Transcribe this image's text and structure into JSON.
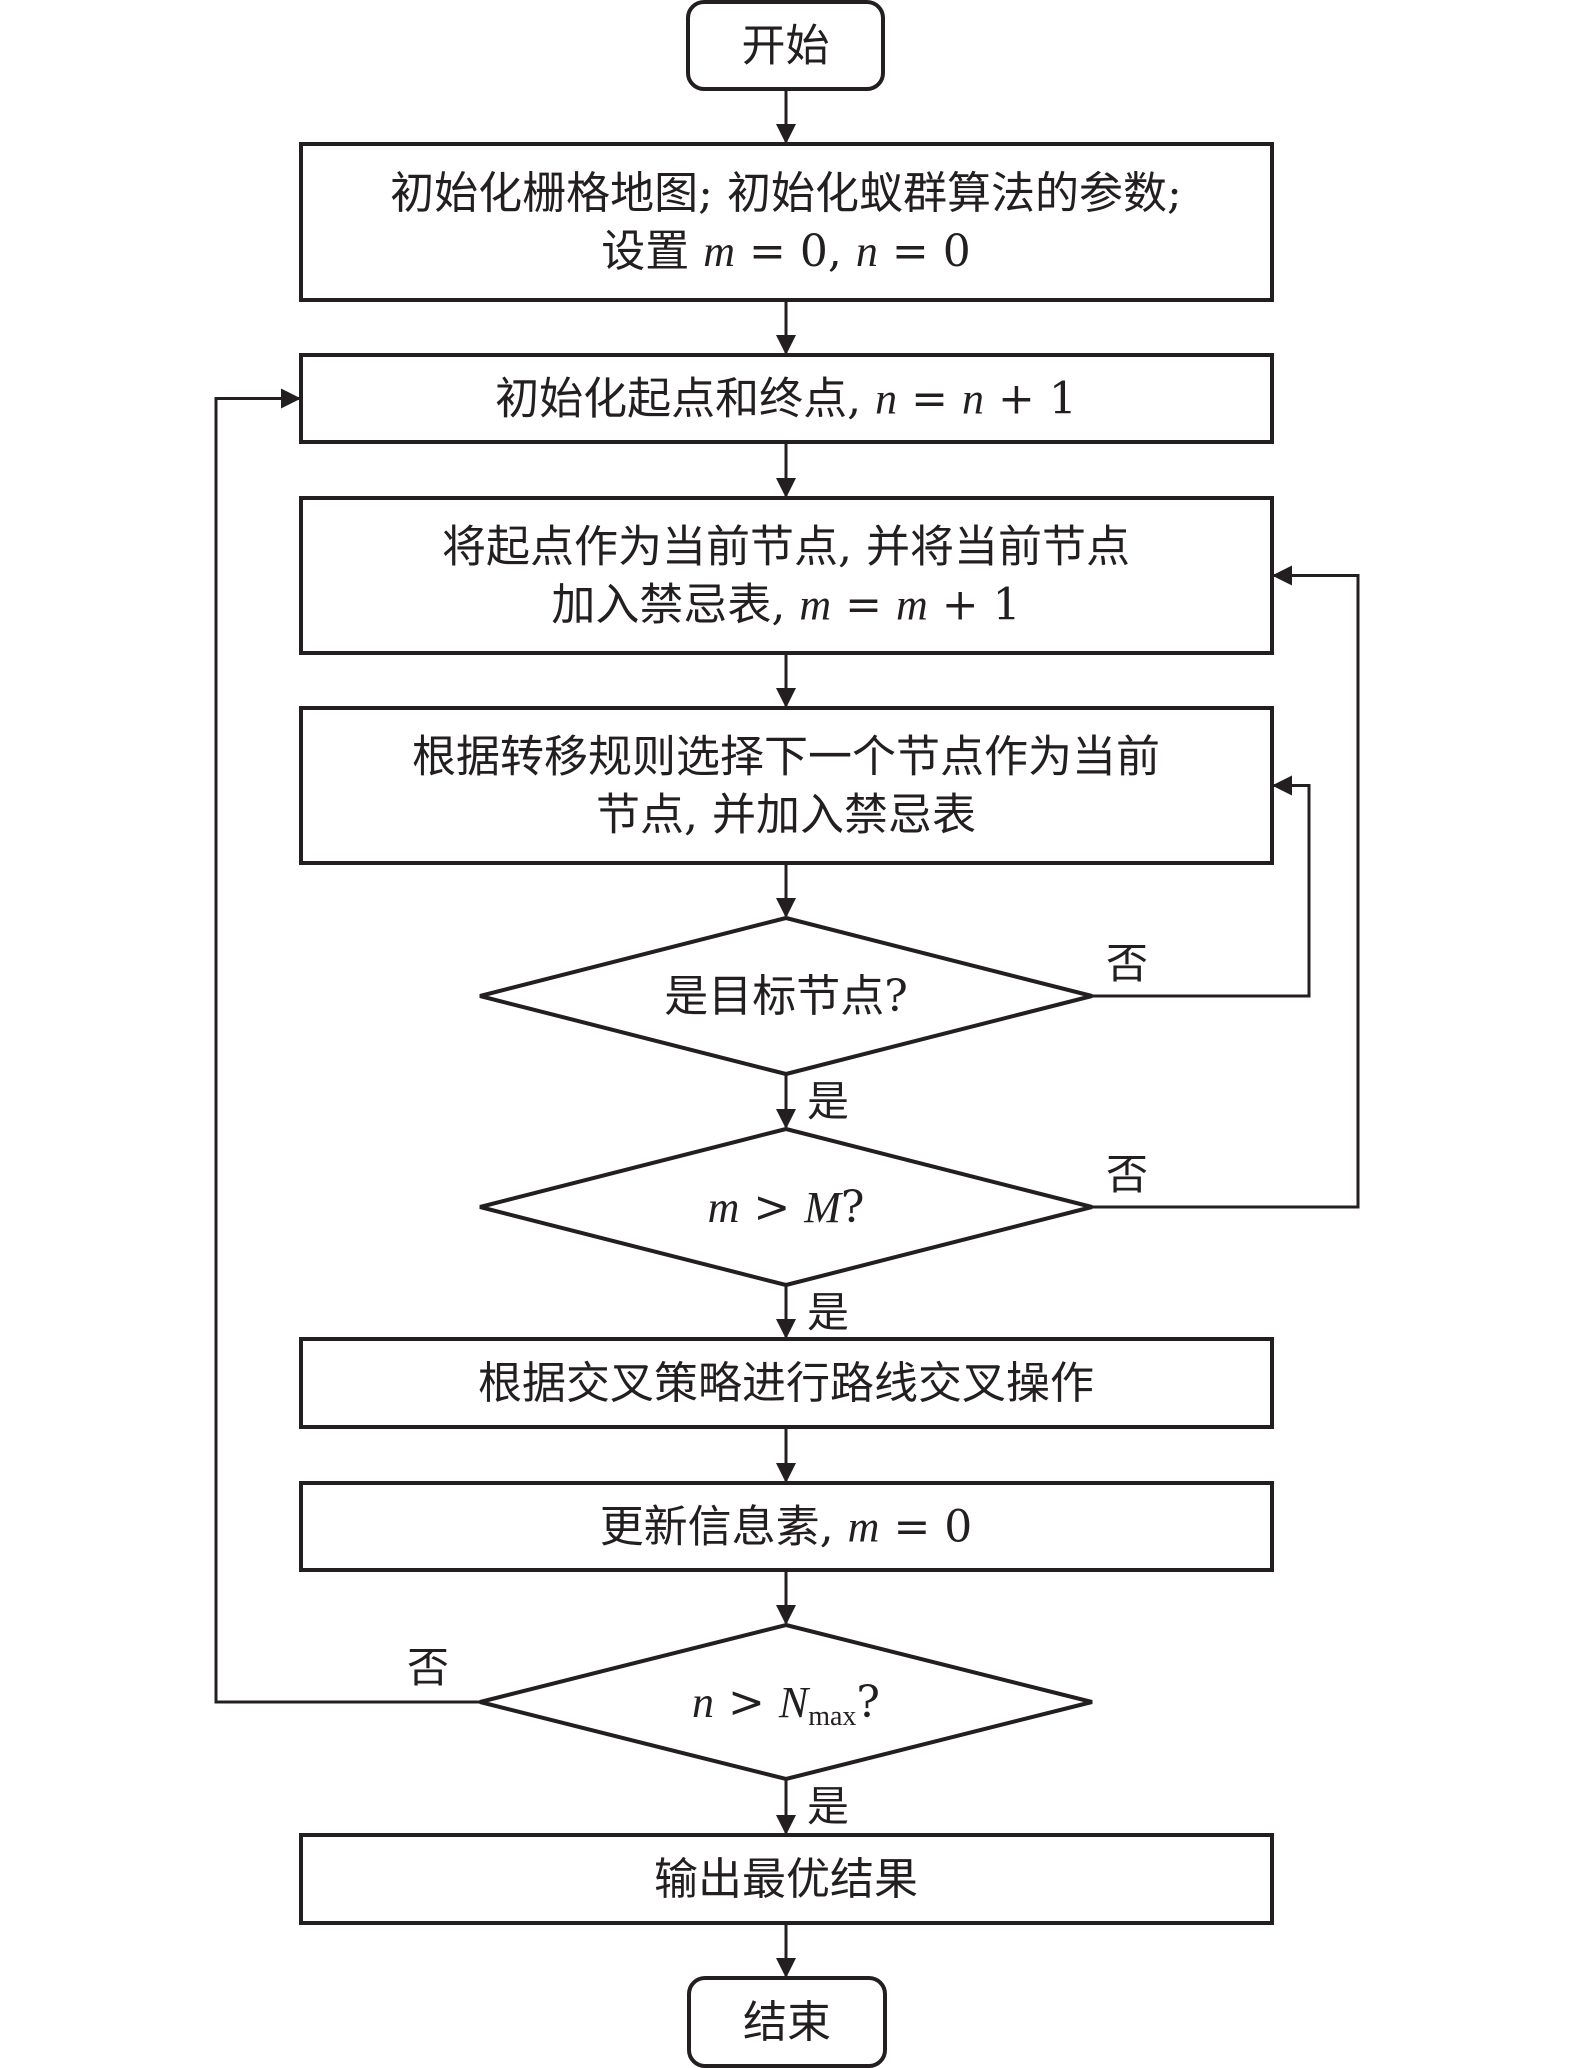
{
  "diagram": {
    "type": "flowchart",
    "nodes": [
      {
        "id": "start",
        "shape": "terminator",
        "lines": [
          [
            {
              "t": "开始"
            }
          ]
        ]
      },
      {
        "id": "init",
        "shape": "process",
        "lines": [
          [
            {
              "t": "初始化栅格地图; 初始化蚁群算法的参数;"
            }
          ],
          [
            {
              "t": "设置 "
            },
            {
              "t": "m",
              "s": "it"
            },
            {
              "t": " = 0, "
            },
            {
              "t": "n",
              "s": "it"
            },
            {
              "t": " = 0"
            }
          ]
        ]
      },
      {
        "id": "init-start-end",
        "shape": "process",
        "lines": [
          [
            {
              "t": "初始化起点和终点, "
            },
            {
              "t": "n",
              "s": "it"
            },
            {
              "t": " = "
            },
            {
              "t": "n",
              "s": "it"
            },
            {
              "t": " + 1"
            }
          ]
        ]
      },
      {
        "id": "set-current",
        "shape": "process",
        "lines": [
          [
            {
              "t": "将起点作为当前节点, 并将当前节点"
            }
          ],
          [
            {
              "t": "加入禁忌表, "
            },
            {
              "t": "m",
              "s": "it"
            },
            {
              "t": " = "
            },
            {
              "t": "m",
              "s": "it"
            },
            {
              "t": " + 1"
            }
          ]
        ]
      },
      {
        "id": "select-next",
        "shape": "process",
        "lines": [
          [
            {
              "t": "根据转移规则选择下一个节点作为当前"
            }
          ],
          [
            {
              "t": "节点, 并加入禁忌表"
            }
          ]
        ]
      },
      {
        "id": "is-target",
        "shape": "decision",
        "lines": [
          [
            {
              "t": "是目标节点?"
            }
          ]
        ]
      },
      {
        "id": "m-gt-M",
        "shape": "decision",
        "lines": [
          [
            {
              "t": "m",
              "s": "it"
            },
            {
              "t": " > "
            },
            {
              "t": "M",
              "s": "it"
            },
            {
              "t": "?"
            }
          ]
        ]
      },
      {
        "id": "crossover",
        "shape": "process",
        "lines": [
          [
            {
              "t": "根据交叉策略进行路线交叉操作"
            }
          ]
        ]
      },
      {
        "id": "update-pheromone",
        "shape": "process",
        "lines": [
          [
            {
              "t": "更新信息素, "
            },
            {
              "t": "m",
              "s": "it"
            },
            {
              "t": " = 0"
            }
          ]
        ]
      },
      {
        "id": "n-gt-Nmax",
        "shape": "decision",
        "lines": [
          [
            {
              "t": "n",
              "s": "it"
            },
            {
              "t": " > "
            },
            {
              "t": "N",
              "s": "it"
            },
            {
              "t": "max",
              "s": "sub"
            },
            {
              "t": "?"
            }
          ]
        ]
      },
      {
        "id": "output",
        "shape": "process",
        "lines": [
          [
            {
              "t": "输出最优结果"
            }
          ]
        ]
      },
      {
        "id": "end",
        "shape": "terminator",
        "lines": [
          [
            {
              "t": "结束"
            }
          ]
        ]
      }
    ],
    "edges": [
      {
        "from": "start",
        "to": "init",
        "label": ""
      },
      {
        "from": "init",
        "to": "init-start-end",
        "label": ""
      },
      {
        "from": "init-start-end",
        "to": "set-current",
        "label": ""
      },
      {
        "from": "set-current",
        "to": "select-next",
        "label": ""
      },
      {
        "from": "select-next",
        "to": "is-target",
        "label": ""
      },
      {
        "from": "is-target",
        "to": "m-gt-M",
        "label": "是"
      },
      {
        "from": "is-target",
        "to": "select-next",
        "label": "否"
      },
      {
        "from": "m-gt-M",
        "to": "crossover",
        "label": "是"
      },
      {
        "from": "m-gt-M",
        "to": "set-current",
        "label": "否"
      },
      {
        "from": "crossover",
        "to": "update-pheromone",
        "label": ""
      },
      {
        "from": "update-pheromone",
        "to": "n-gt-Nmax",
        "label": ""
      },
      {
        "from": "n-gt-Nmax",
        "to": "output",
        "label": "是"
      },
      {
        "from": "n-gt-Nmax",
        "to": "init-start-end",
        "label": "否"
      },
      {
        "from": "output",
        "to": "end",
        "label": ""
      }
    ],
    "colors": {
      "stroke": "#231f20",
      "fill": "#ffffff",
      "text": "#231f20"
    }
  }
}
